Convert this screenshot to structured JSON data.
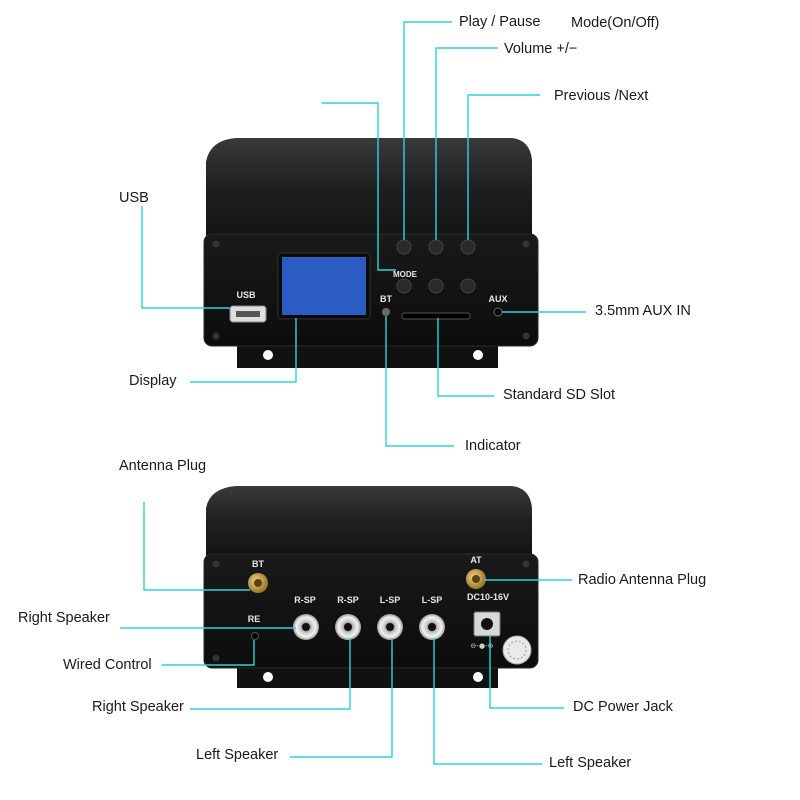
{
  "colors": {
    "callout_line": "#2fd3d8",
    "device_body": "#1c1c1e",
    "device_face": "#0f0f10",
    "screen": "#2a5cc4",
    "brass": "#c9a24a"
  },
  "front_panel": {
    "usb_port_label": "USB",
    "mode_button_label": "MODE",
    "bt_indicator_label": "BT",
    "aux_port_label": "AUX"
  },
  "rear_panel": {
    "bt_antenna_label": "BT",
    "at_antenna_label": "AT",
    "re_jack_label": "RE",
    "rsp1_label": "R-SP",
    "rsp2_label": "R-SP",
    "lsp1_label": "L-SP",
    "lsp2_label": "L-SP",
    "dc_label": "DC10-16V"
  },
  "callouts": {
    "play_pause": "Play / Pause",
    "mode_on_off": "Mode(On/Off)",
    "volume": "Volume +/−",
    "previous_next": "Previous /Next",
    "usb": "USB",
    "aux_in": "3.5mm AUX IN",
    "display": "Display",
    "sd_slot": "Standard SD Slot",
    "indicator": "Indicator",
    "antenna_plug": "Antenna Plug",
    "radio_antenna_plug": "Radio Antenna Plug",
    "right_speaker_1": "Right Speaker",
    "wired_control": "Wired Control",
    "right_speaker_2": "Right Speaker",
    "dc_power_jack": "DC Power Jack",
    "left_speaker_1": "Left Speaker",
    "left_speaker_2": "Left Speaker"
  }
}
